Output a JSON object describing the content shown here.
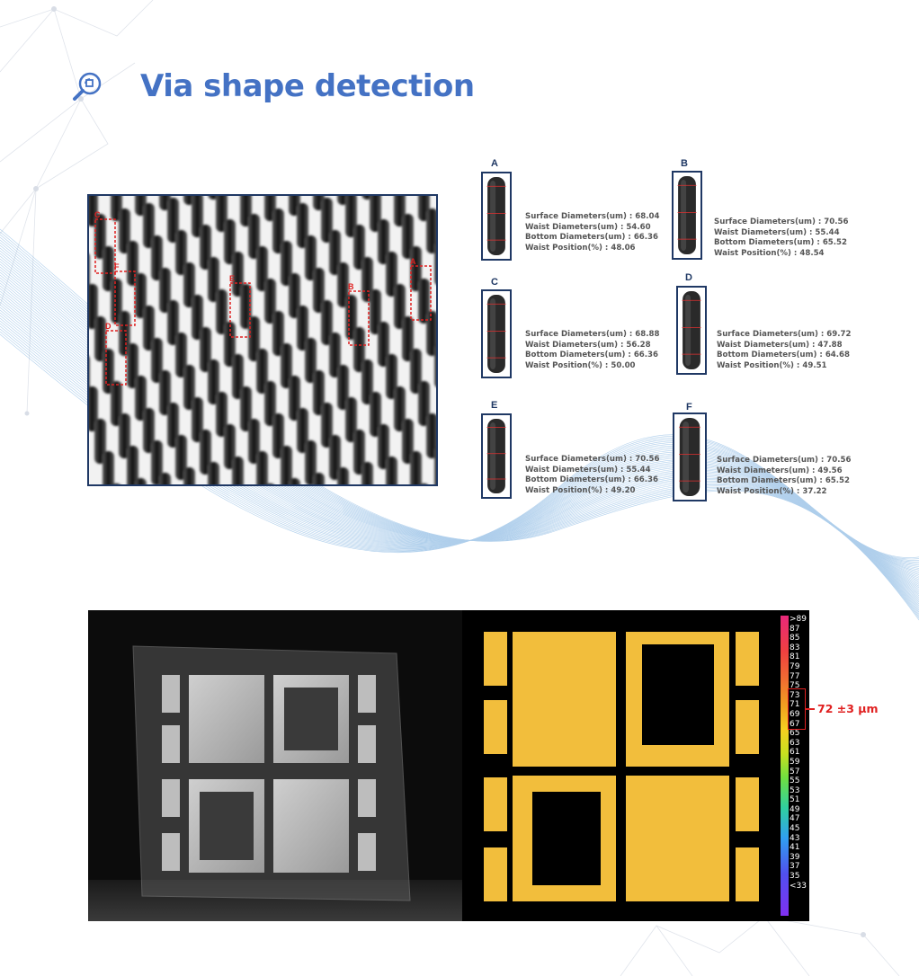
{
  "title": "Via shape detection",
  "colors": {
    "title": "#4472c4",
    "frame": "#1f3864",
    "annotation": "#e02020",
    "copper": "#f0c040"
  },
  "icons": {
    "title_icon": "search-magnifier-icon"
  },
  "via_photo": {
    "markers": [
      "A",
      "B",
      "C",
      "D",
      "E",
      "F"
    ]
  },
  "panels": [
    {
      "letter": "A",
      "surface": "Surface Diameters(um) : 68.04",
      "waist": "Waist Diameters(um) : 54.60",
      "bottom": "Bottom Diameters(um) : 66.36",
      "position": "Waist Position(%) : 48.06"
    },
    {
      "letter": "B",
      "surface": "Surface Diameters(um) : 70.56",
      "waist": "Waist Diameters(um) : 55.44",
      "bottom": "Bottom Diameters(um) : 65.52",
      "position": "Waist Position(%) : 48.54"
    },
    {
      "letter": "C",
      "surface": "Surface Diameters(um) : 68.88",
      "waist": "Waist Diameters(um) : 56.28",
      "bottom": "Bottom Diameters(um) : 66.36",
      "position": "Waist Position(%) : 50.00"
    },
    {
      "letter": "D",
      "surface": "Surface Diameters(um) : 69.72",
      "waist": "Waist Diameters(um) : 47.88",
      "bottom": "Bottom Diameters(um) : 64.68",
      "position": "Waist Position(%) : 49.51"
    },
    {
      "letter": "E",
      "surface": "Surface Diameters(um) : 70.56",
      "waist": "Waist Diameters(um) : 55.44",
      "bottom": "Bottom Diameters(um) : 66.36",
      "position": "Waist Position(%) : 49.20"
    },
    {
      "letter": "F",
      "surface": "Surface Diameters(um) : 70.56",
      "waist": "Waist Diameters(um) : 49.56",
      "bottom": "Bottom Diameters(um) : 65.52",
      "position": "Waist Position(%) : 37.22"
    }
  ],
  "colorbar": {
    "labels": [
      ">89",
      "87",
      "85",
      "83",
      "81",
      "79",
      "77",
      "75",
      "73",
      "71",
      "69",
      "67",
      "65",
      "63",
      "61",
      "59",
      "57",
      "55",
      "53",
      "51",
      "49",
      "47",
      "45",
      "43",
      "41",
      "39",
      "37",
      "35",
      "<33"
    ],
    "highlight": [
      "75",
      "73",
      "71",
      "69"
    ]
  },
  "spec_label": "72 ±3 µm"
}
